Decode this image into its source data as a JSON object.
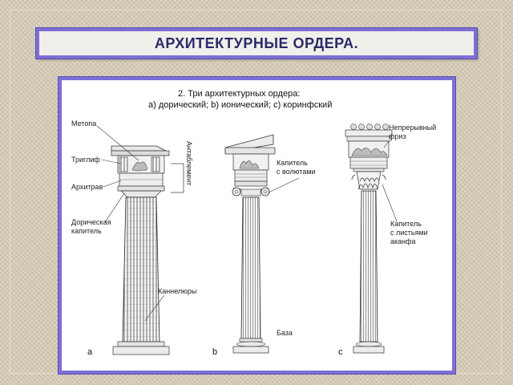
{
  "slide": {
    "title": "АРХИТЕКТУРНЫЕ ОРДЕРА."
  },
  "figure": {
    "caption_line1": "2. Три архитектурных ордера:",
    "caption_line2": "а) дорический; b) ионический; с) коринфский",
    "labels": {
      "metopa": "Метопа",
      "triglif": "Триглиф",
      "arhitrav": "Архитрав",
      "doric_cap_1": "Дорическая",
      "doric_cap_2": "капитель",
      "kannelyury": "Каннелюры",
      "antablement": "Антаблемент",
      "volute_cap_1": "Капитель",
      "volute_cap_2": "с волютами",
      "baza": "База",
      "frieze_1": "Непрерывный",
      "frieze_2": "фриз",
      "acanthus_1": "Капитель",
      "acanthus_2": "с листьями",
      "acanthus_3": "аканфа"
    },
    "letters": {
      "a": "a",
      "b": "b",
      "c": "c"
    }
  },
  "colors": {
    "frame": "#7d6fd6",
    "title_text": "#2a2a6a",
    "background": "#d8ccb6"
  }
}
